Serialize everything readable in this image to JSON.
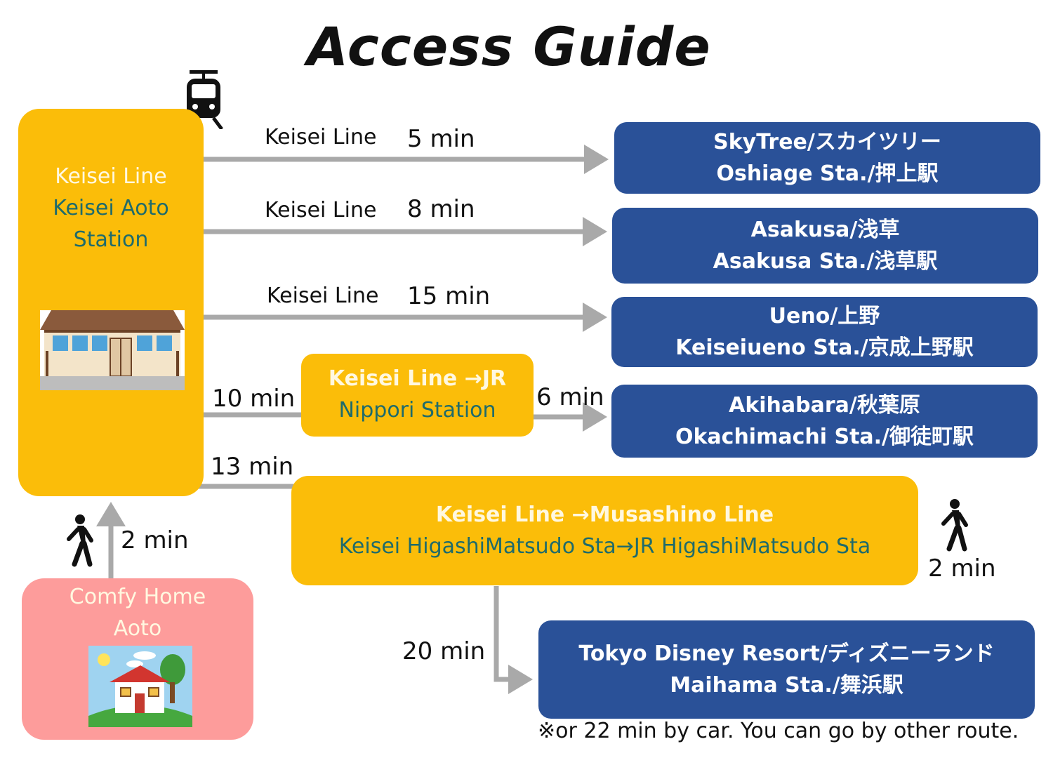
{
  "title": "Access Guide",
  "origin_station": {
    "line1": "Keisei Line",
    "line2": "Keisei Aoto",
    "line3": "Station"
  },
  "home": {
    "line1": "Comfy Home",
    "line2": "Aoto",
    "walk_time": "2 min"
  },
  "routes": [
    {
      "line": "Keisei Line",
      "time": "5 min",
      "dest_line1": "SkyTree/スカイツリー",
      "dest_line2": "Oshiage Sta./押上駅"
    },
    {
      "line": "Keisei Line",
      "time": "8 min",
      "dest_line1": "Asakusa/浅草",
      "dest_line2": "Asakusa Sta./浅草駅"
    },
    {
      "line": "Keisei Line",
      "time": "15 min",
      "dest_line1": "Ueno/上野",
      "dest_line2": "Keiseiueno Sta./京成上野駅"
    }
  ],
  "nippori": {
    "time_in": "10 min",
    "line1": "Keisei Line →JR",
    "line2": "Nippori Station",
    "time_out": "6 min",
    "dest_line1": "Akihabara/秋葉原",
    "dest_line2": "Okachimachi Sta./御徒町駅"
  },
  "musashino": {
    "time_in": "13 min",
    "line1": "Keisei Line →Musashino Line",
    "line2": "Keisei HigashiMatsudo Sta→JR HigashiMatsudo Sta",
    "walk_time": "2 min",
    "time_out": "20 min",
    "dest_line1": "Tokyo Disney Resort/ディズニーランド",
    "dest_line2": "Maihama Sta./舞浜駅"
  },
  "footnote": "※or 22 min by car. You can go by  other route.",
  "icons": [
    "train-icon",
    "station-building-icon",
    "walking-person-icon",
    "house-icon"
  ],
  "colors": {
    "yellow": "#fbbd09",
    "blue": "#2a5198",
    "pink": "#fd9c9b",
    "arrow": "#a9a9a9"
  }
}
